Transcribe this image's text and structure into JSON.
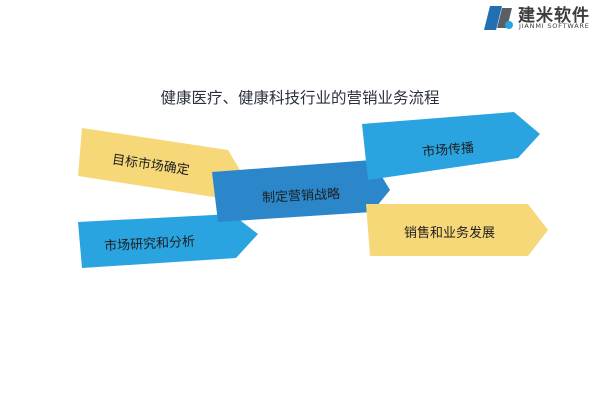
{
  "brand": {
    "name": "建米软件",
    "name_en": "JIANMI SOFTWARE",
    "logo_color": "#1f6fb2"
  },
  "diagram": {
    "title": "健康医疗、健康科技行业的营销业务流程",
    "steps": [
      {
        "label": "目标市场确定",
        "color": "#f6d879"
      },
      {
        "label": "市场研究和分析",
        "color": "#2aa4e0"
      },
      {
        "label": "制定营销战略",
        "color": "#2b87c9"
      },
      {
        "label": "市场传播",
        "color": "#2aa4e0"
      },
      {
        "label": "销售和业务发展",
        "color": "#f6d879"
      }
    ]
  }
}
